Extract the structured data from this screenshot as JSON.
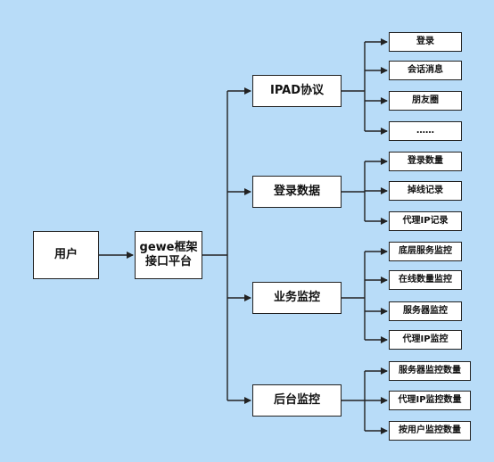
{
  "user": "用户",
  "platform_line1": "gewe框架",
  "platform_line2": "接口平台",
  "categories": [
    {
      "label": "IPAD协议",
      "items": [
        "登录",
        "会话消息",
        "朋友圈",
        "……"
      ]
    },
    {
      "label": "登录数据",
      "items": [
        "登录数量",
        "掉线记录",
        "代理IP记录"
      ]
    },
    {
      "label": "业务监控",
      "items": [
        "底层服务监控",
        "在线数量监控",
        "服务器监控",
        "代理IP监控"
      ]
    },
    {
      "label": "后台监控",
      "items": [
        "服务器监控数量",
        "代理IP监控数量",
        "按用户监控数量"
      ]
    }
  ],
  "colors": {
    "background": "#b8dcf8",
    "box_fill": "#ffffff",
    "line": "#222222"
  }
}
